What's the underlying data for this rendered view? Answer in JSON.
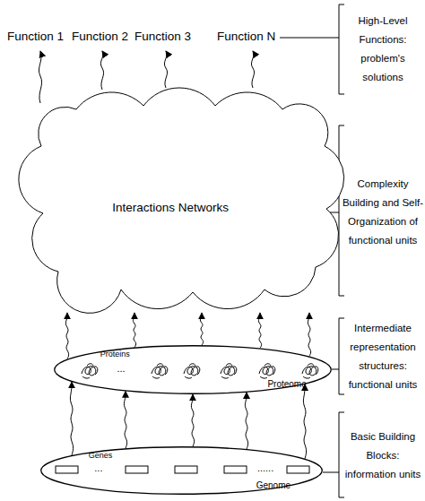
{
  "diagram": {
    "nodes": [
      {
        "text": [
          "Interactions Networks"
        ]
      },
      {
        "text": [
          "Proteins",
          "...",
          "Proteome"
        ]
      },
      {
        "text": [
          "Genes",
          "...",
          "......",
          "Genome"
        ]
      }
    ],
    "edges": [
      {
        "from": 1,
        "to": 0,
        "arrow": "to"
      },
      {
        "from": 1,
        "to": 0,
        "arrow": "to"
      },
      {
        "from": 1,
        "to": 0,
        "arrow": "to"
      },
      {
        "from": 1,
        "to": 0,
        "arrow": "to"
      },
      {
        "from": 1,
        "to": 0,
        "arrow": "to"
      },
      {
        "from": 2,
        "to": 1,
        "arrow": "to"
      },
      {
        "from": 2,
        "to": 1,
        "arrow": "to"
      },
      {
        "from": 2,
        "to": 1,
        "arrow": "to"
      },
      {
        "from": 2,
        "to": 1,
        "arrow": "to"
      },
      {
        "from": 2,
        "to": 1,
        "arrow": "to"
      }
    ],
    "labels": [
      "Function 1",
      "Function 2",
      "Function 3",
      "Function N",
      "High-Level Functions: problem's solutions",
      "Complexity Building and Self-Organization of functional units",
      "Intermediate representation structures: functional units",
      "Basic Building Blocks: information units"
    ]
  }
}
